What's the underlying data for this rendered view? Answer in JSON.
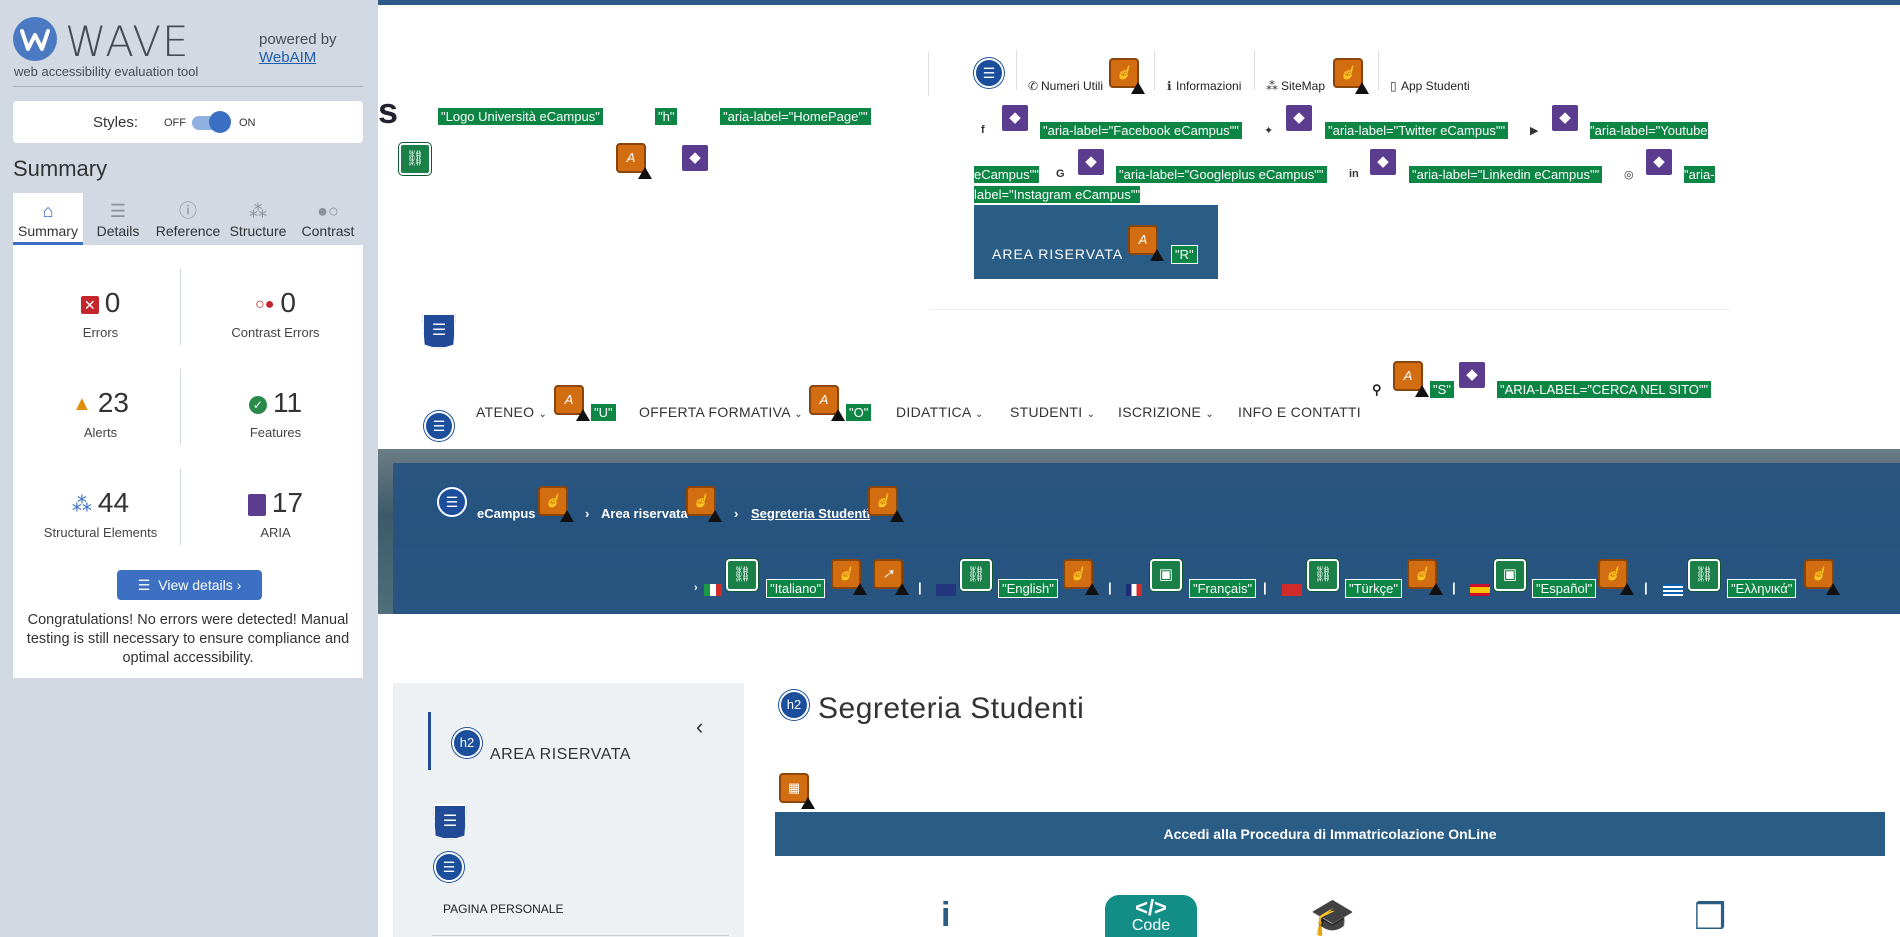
{
  "wave": {
    "title": "WAVE",
    "subtitle": "web accessibility evaluation tool",
    "powered_by": "powered by",
    "webaim": "WebAIM",
    "styles_label": "Styles:",
    "styles_off": "OFF",
    "styles_on": "ON",
    "summary_heading": "Summary",
    "tabs": [
      {
        "label": "Summary",
        "icon": "home-icon"
      },
      {
        "label": "Details",
        "icon": "list-icon"
      },
      {
        "label": "Reference",
        "icon": "info-icon"
      },
      {
        "label": "Structure",
        "icon": "structure-icon"
      },
      {
        "label": "Contrast",
        "icon": "contrast-icon"
      }
    ],
    "stats": {
      "errors": {
        "value": "0",
        "label": "Errors"
      },
      "contrast_errors": {
        "value": "0",
        "label": "Contrast Errors"
      },
      "alerts": {
        "value": "23",
        "label": "Alerts"
      },
      "features": {
        "value": "11",
        "label": "Features"
      },
      "structural": {
        "value": "44",
        "label": "Structural Elements"
      },
      "aria": {
        "value": "17",
        "label": "ARIA"
      }
    },
    "view_details": "View details ›",
    "congrats": "Congratulations! No errors were detected! Manual testing is still necessary to ensure compliance and optimal accessibility."
  },
  "page": {
    "logo_partial": "s",
    "logo_alt": "\"Logo Università eCampus\"",
    "h_label": "\"h\"",
    "homepage_label": "\"aria-label=\"HomePage\"\"",
    "utility": [
      "Numeri Utili",
      "Informazioni",
      "SiteMap",
      "App Studenti"
    ],
    "social_labels": {
      "facebook": "\"aria-label=\"Facebook eCampus\"\"",
      "twitter": "\"aria-label=\"Twitter eCampus\"\"",
      "youtube_a": "\"aria-label=\"Youtube",
      "youtube_b": "eCampus\"\"",
      "googleplus": "\"aria-label=\"Googleplus eCampus\"\"",
      "linkedin": "\"aria-label=\"Linkedin eCampus\"\"",
      "instagram_a": "\"aria-",
      "instagram_b": "label=\"Instagram eCampus\"\""
    },
    "area_riservata_btn": "AREA RISERVATA",
    "r_label": "\"R\"",
    "nav": [
      "ATENEO",
      "OFFERTA FORMATIVA",
      "DIDATTICA",
      "STUDENTI",
      "ISCRIZIONE",
      "INFO E CONTATTI"
    ],
    "nav_u": "\"U\"",
    "nav_o": "\"O\"",
    "search_s": "\"S\"",
    "search_label": "\"ARIA-LABEL=\"CERCA NEL SITO\"\"",
    "breadcrumb": [
      "eCampus",
      "Area riservata",
      "Segreteria Studenti"
    ],
    "languages": [
      "\"Italiano\"",
      "\"English\"",
      "\"Français\"",
      "\"Türkçe\"",
      "\"Español\"",
      "\"Ελληνικά\""
    ],
    "sidebar_heading": "AREA RISERVATA",
    "sidebar_item": "PAGINA PERSONALE",
    "main_heading": "Segreteria Studenti",
    "access_bar": "Accedi alla Procedura di Immatricolazione OnLine",
    "code_label": "Code"
  },
  "colors": {
    "wave_bg": "#d3d9e2",
    "accent": "#3d70c3",
    "page_band": "#2a5d86",
    "wave_green": "#0d8545"
  }
}
